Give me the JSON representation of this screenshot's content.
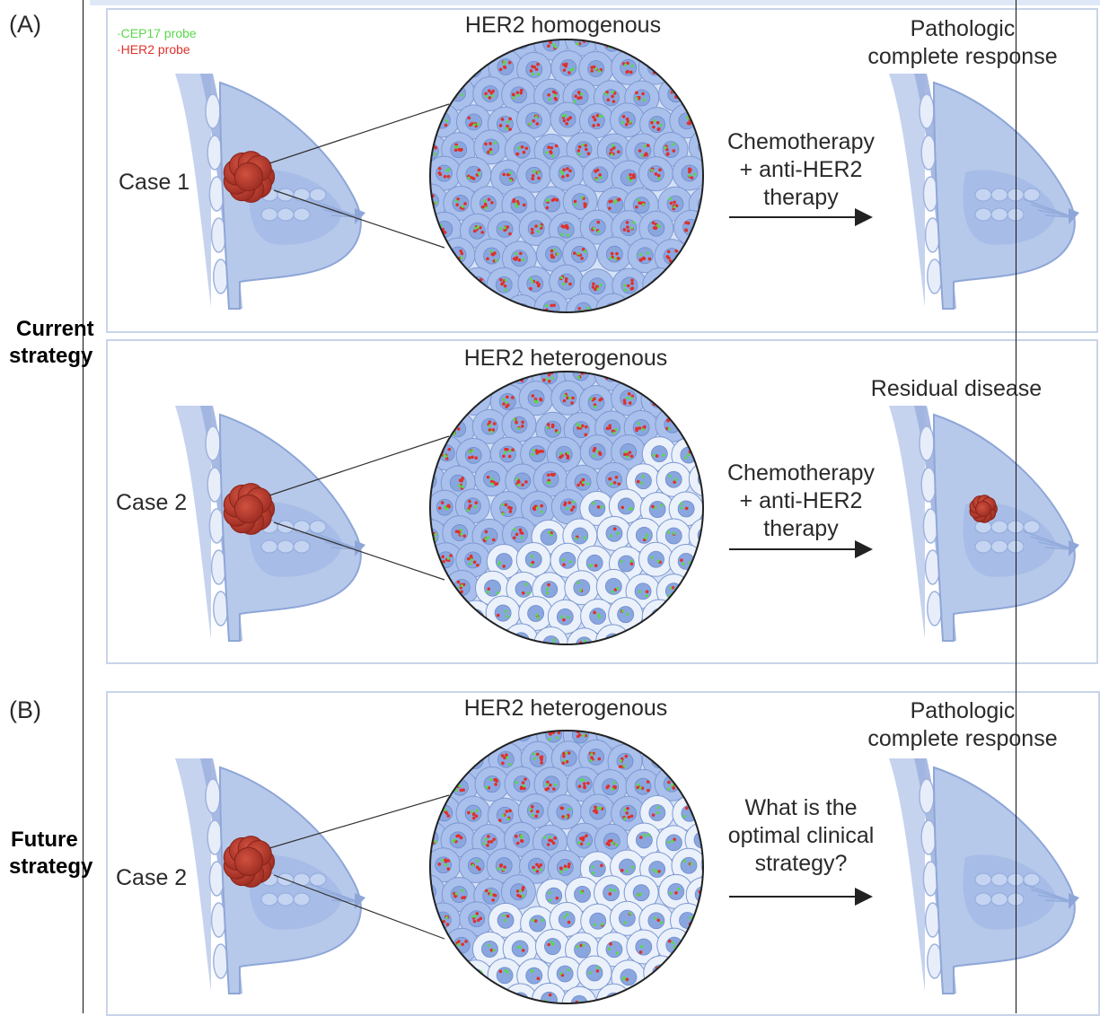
{
  "section_labels": {
    "a": "(A)",
    "b": "(B)"
  },
  "legend": {
    "cep17": "·CEP17 probe",
    "her2": "·HER2 probe"
  },
  "strategies": {
    "current_line1": "Current",
    "current_line2": "strategy",
    "future_line1": "Future",
    "future_line2": "strategy"
  },
  "rows": [
    {
      "case": "Case 1",
      "title": "HER2 homogenous",
      "treatment": [
        "Chemotherapy",
        "+ anti-HER2",
        "therapy"
      ],
      "outcome": [
        "Pathologic",
        "complete response"
      ]
    },
    {
      "case": "Case 2",
      "title": "HER2 heterogenous",
      "treatment": [
        "Chemotherapy",
        "+ anti-HER2",
        "therapy"
      ],
      "outcome": [
        "Residual disease"
      ]
    },
    {
      "case": "Case 2",
      "title": "HER2 heterogenous",
      "treatment": [
        "What is the",
        "optimal clinical",
        "strategy?"
      ],
      "outcome": [
        "Pathologic",
        "complete response"
      ]
    }
  ],
  "colors": {
    "cep17": "#5ad84a",
    "her2": "#e0302a",
    "tumor": "#b8382b",
    "breast": "#b7c9ea",
    "cell": "#a9c0ec",
    "cell_light": "#eaf1fb"
  }
}
